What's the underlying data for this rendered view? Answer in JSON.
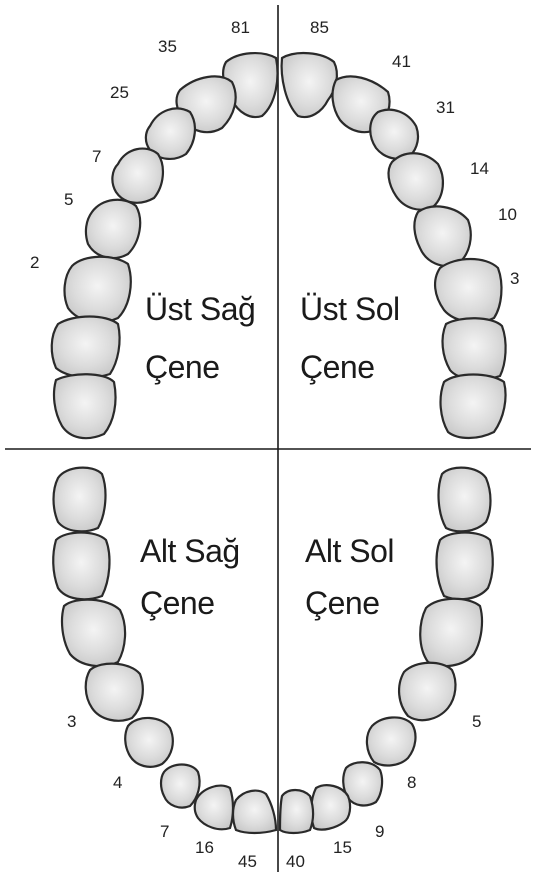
{
  "quadrants": {
    "upper_right": {
      "line1": "Üst Sağ",
      "line2": "Çene"
    },
    "upper_left": {
      "line1": "Üst Sol",
      "line2": "Çene"
    },
    "lower_right": {
      "line1": "Alt Sağ",
      "line2": "Çene"
    },
    "lower_left": {
      "line1": "Alt Sol",
      "line2": "Çene"
    }
  },
  "upper_numbers": [
    "81",
    "85",
    "35",
    "41",
    "25",
    "31",
    "7",
    "14",
    "5",
    "10",
    "2",
    "3"
  ],
  "lower_numbers": [
    "3",
    "5",
    "4",
    "8",
    "7",
    "9",
    "16",
    "15",
    "45",
    "40"
  ]
}
